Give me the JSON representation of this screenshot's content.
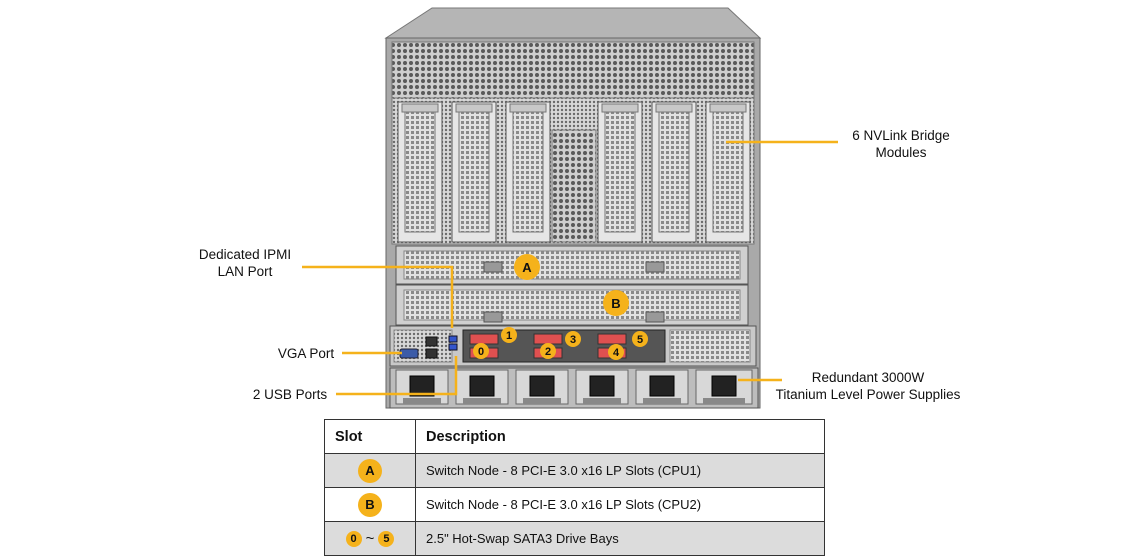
{
  "callouts": {
    "nvlink": [
      "6 NVLink Bridge",
      "Modules"
    ],
    "ipmi": [
      "Dedicated IPMI",
      "LAN Port"
    ],
    "vga": [
      "VGA Port"
    ],
    "usb": [
      "2 USB Ports"
    ],
    "psu": [
      "Redundant 3000W",
      "Titanium Level Power Supplies"
    ]
  },
  "badges": {
    "a": "A",
    "b": "B",
    "drives": [
      "0",
      "1",
      "2",
      "3",
      "4",
      "5"
    ]
  },
  "table": {
    "headers": {
      "slot": "Slot",
      "description": "Description"
    },
    "rows": [
      {
        "slot": "A",
        "description": "Switch Node - 8 PCI-E 3.0 x16 LP Slots (CPU1)"
      },
      {
        "slot": "B",
        "description": "Switch Node - 8 PCI-E 3.0 x16 LP Slots (CPU2)"
      },
      {
        "slot_from": "0",
        "slot_sep": "~",
        "slot_to": "5",
        "description": "2.5\" Hot-Swap SATA3 Drive Bays"
      }
    ]
  },
  "colors": {
    "accent": "#f5b21b",
    "chassis": "#9a9a9a",
    "leader_line": "#f5b21b",
    "table_shade": "#dcdcdc"
  }
}
